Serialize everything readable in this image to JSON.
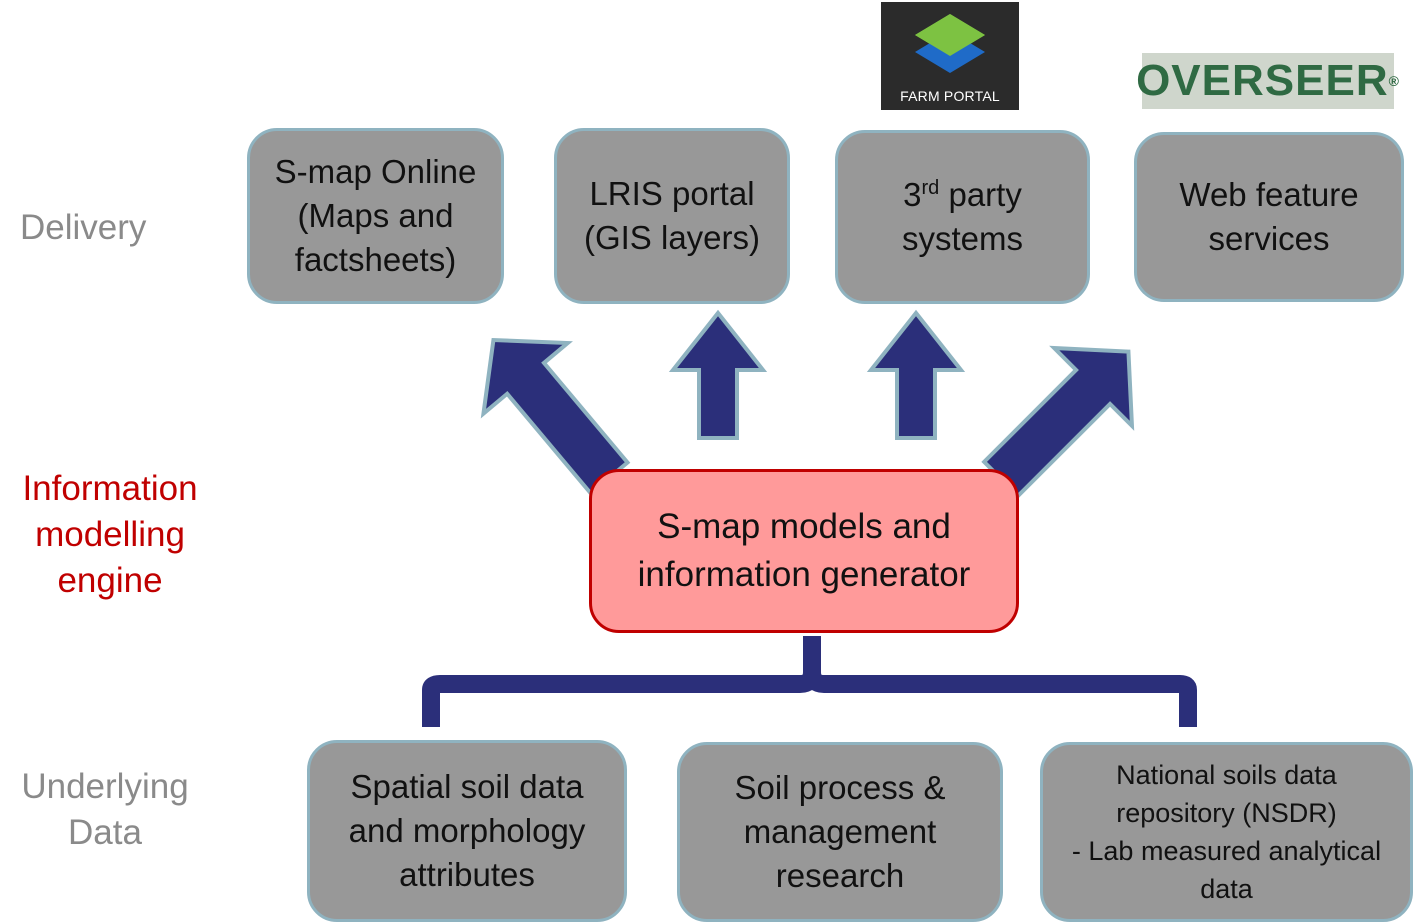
{
  "row_labels": {
    "delivery": "Delivery",
    "engine": [
      "Information",
      "modelling",
      "engine"
    ],
    "data": [
      "Underlying",
      "Data"
    ]
  },
  "logos": {
    "farm_portal": "FARM PORTAL",
    "overseer": "OVERSEER",
    "overseer_mark": "®"
  },
  "delivery_boxes": [
    {
      "lines": [
        "S-map Online",
        "(Maps and",
        "factsheets)"
      ]
    },
    {
      "lines": [
        "LRIS portal",
        "(GIS layers)"
      ]
    },
    {
      "prefix": "3",
      "sup": "rd",
      "suffix": " party",
      "line2": "systems"
    },
    {
      "lines": [
        "Web feature",
        "services"
      ]
    }
  ],
  "center_box": {
    "lines": [
      "S-map models and",
      "information generator"
    ]
  },
  "data_boxes": [
    {
      "lines": [
        "Spatial soil data",
        "and morphology",
        "attributes"
      ]
    },
    {
      "lines": [
        "Soil process &",
        "management",
        "research"
      ]
    },
    {
      "lines": [
        "National soils data",
        "repository  (NSDR)",
        "- Lab measured analytical",
        "data"
      ]
    }
  ],
  "colors": {
    "arrow_fill": "#2b2f7a",
    "arrow_outline": "#8fb3c0",
    "box_grey": "#989898",
    "center_fill": "#ff9a9a",
    "center_border": "#c00000",
    "label_grey": "#8a8a8a",
    "label_red": "#c00000"
  }
}
